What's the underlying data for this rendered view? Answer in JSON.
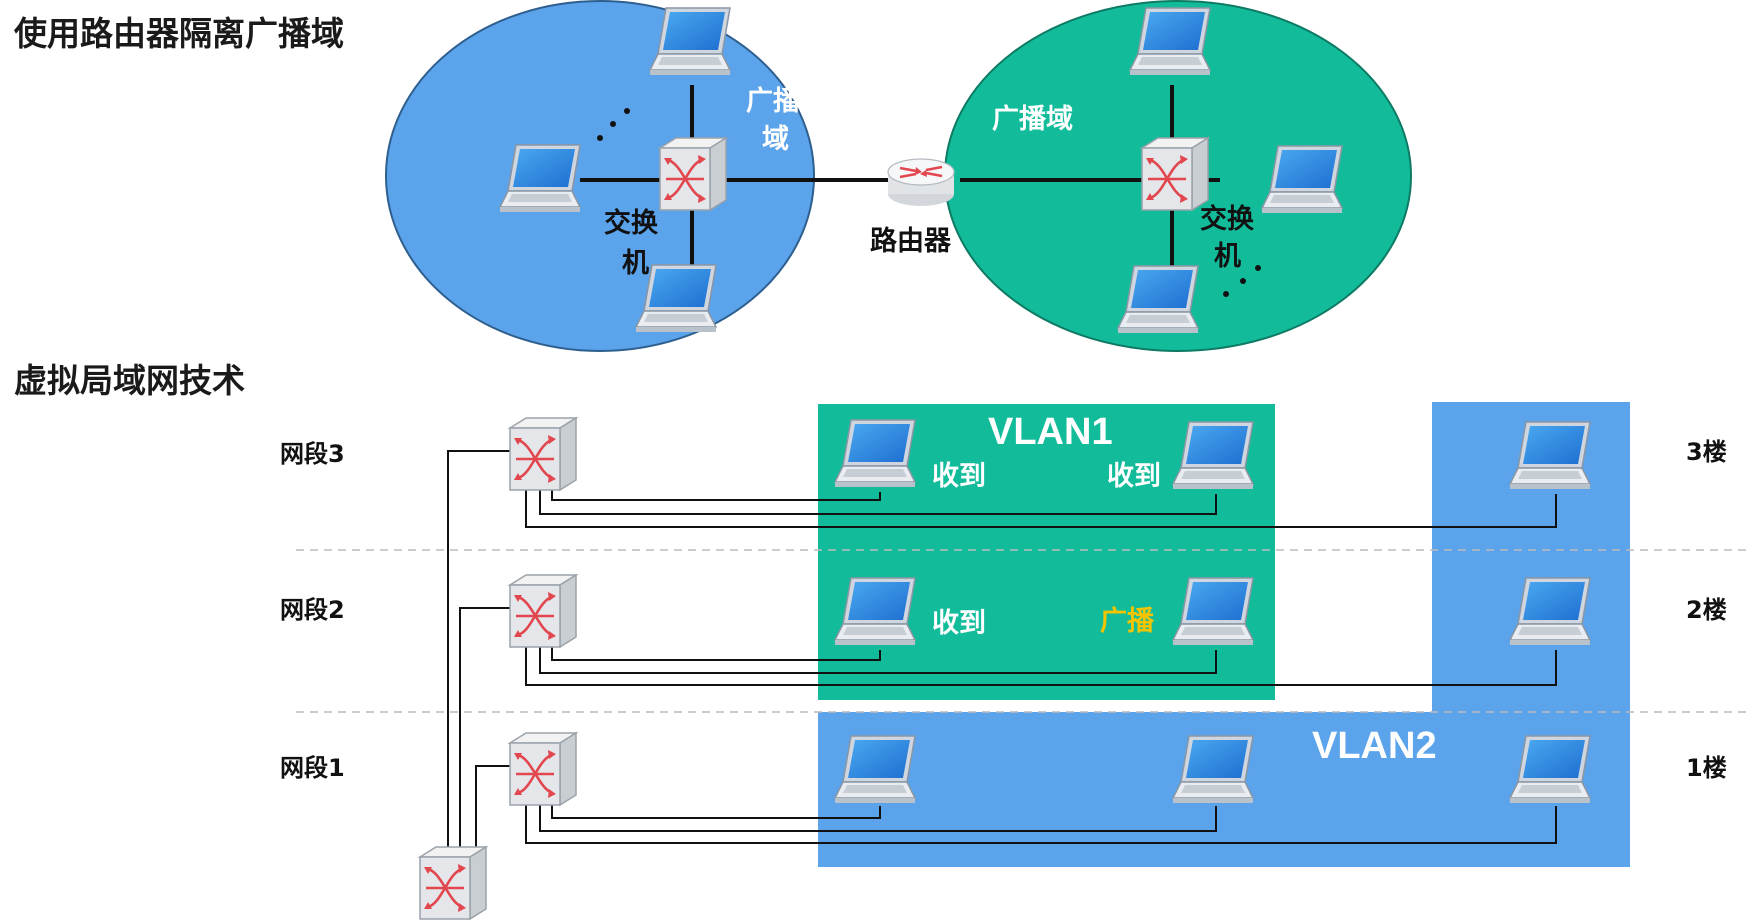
{
  "titles": {
    "top": "使用路由器隔离广播域",
    "bottom": "虚拟局域网技术"
  },
  "top_diagram": {
    "left_domain_label_1": "广播",
    "left_domain_label_2": "域",
    "right_domain_label": "广播域",
    "left_switch_label_1": "交换",
    "left_switch_label_2": "机",
    "right_switch_label_1": "交换",
    "right_switch_label_2": "机",
    "router_label": "路由器"
  },
  "bottom_diagram": {
    "segments": [
      "网段3",
      "网段2",
      "网段1"
    ],
    "floors": [
      "3楼",
      "2楼",
      "1楼"
    ],
    "vlan1": "VLAN1",
    "vlan2": "VLAN2",
    "received_1": "收到",
    "received_2": "收到",
    "received_3": "收到",
    "broadcast": "广播"
  },
  "colors": {
    "left_domain": "#5ba3ea",
    "right_domain": "#12bc9a",
    "vlan1": "#12bc9a",
    "vlan2": "#5ba3ea",
    "broadcast_text": "#f5c400"
  },
  "icons": [
    "laptop-icon",
    "switch-icon",
    "router-icon"
  ]
}
